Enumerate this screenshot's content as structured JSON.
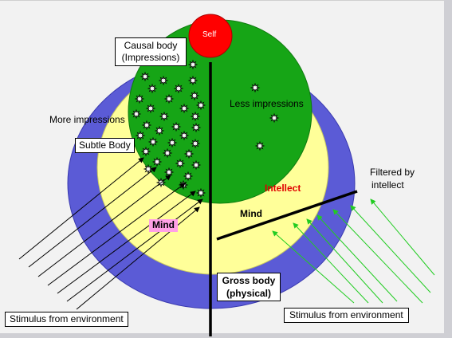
{
  "labels": {
    "self": "Self",
    "causal_body_line1": "Causal body",
    "causal_body_line2": "(Impressions)",
    "less_impressions": "Less impressions",
    "more_impressions": "More impressions",
    "subtle_body": "Subtle Body",
    "filtered_line1": "Filtered by",
    "filtered_line2": "intellect",
    "intellect": "Intellect",
    "mind_right": "Mind",
    "mind_left": "Mind",
    "gross_body_line1": "Gross body",
    "gross_body_line2": "(physical)",
    "stimulus_left": "Stimulus from environment",
    "stimulus_right": "Stimulus from environment"
  },
  "colors": {
    "outer_layer": "#5b5bd6",
    "subtle_layer": "#ffff99",
    "causal_layer": "#16a516",
    "self": "#ff0000",
    "intellect_text": "#e00000",
    "mind_highlight": "#ffa0e6",
    "left_arrows": "#000000",
    "right_arrows": "#22cc22"
  }
}
